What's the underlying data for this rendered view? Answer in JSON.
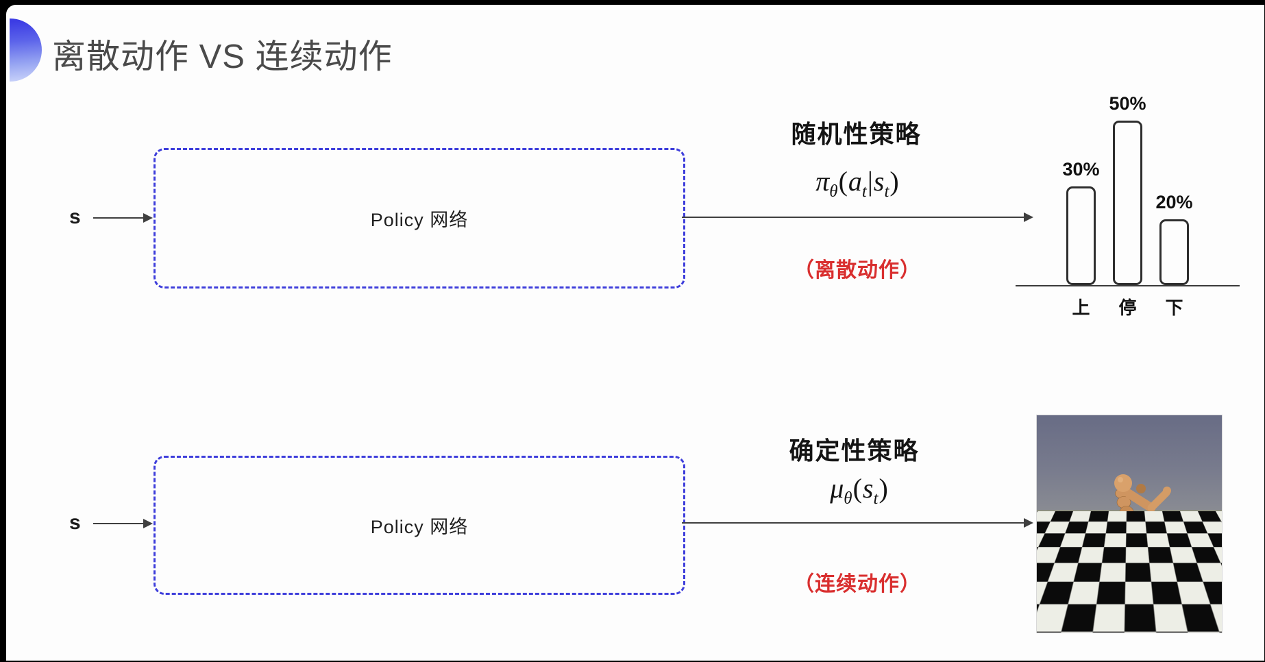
{
  "page": {
    "title": "离散动作 VS 连续动作"
  },
  "rows": {
    "stochastic": {
      "input": "s",
      "box": "Policy 网络",
      "policy_title": "随机性策略",
      "formula": {
        "base": "π",
        "base_sub": "θ",
        "open": "(",
        "arg1": "a",
        "arg1_sub": "t",
        "pipe": "|",
        "arg2": "s",
        "arg2_sub": "t",
        "close": ")"
      },
      "action_note": "（离散动作）"
    },
    "deterministic": {
      "input": "s",
      "box": "Policy 网络",
      "policy_title": "确定性策略",
      "formula": {
        "base": "μ",
        "base_sub": "θ",
        "open": "(",
        "arg2": "s",
        "arg2_sub": "t",
        "close": ")"
      },
      "action_note": "（连续动作）"
    }
  },
  "chart_data": {
    "type": "bar",
    "title": "",
    "categories": [
      "上",
      "停",
      "下"
    ],
    "values": [
      30,
      50,
      20
    ],
    "value_labels": [
      "30%",
      "50%",
      "20%"
    ],
    "ylim": [
      0,
      100
    ],
    "bar_style": "outlined-white",
    "grid": false,
    "legend": "none"
  },
  "colors": {
    "accent_blue": "#3e3edb",
    "title_gray": "#4a4a4a",
    "action_red": "#d92f2f",
    "ink": "#1c1c1c"
  }
}
